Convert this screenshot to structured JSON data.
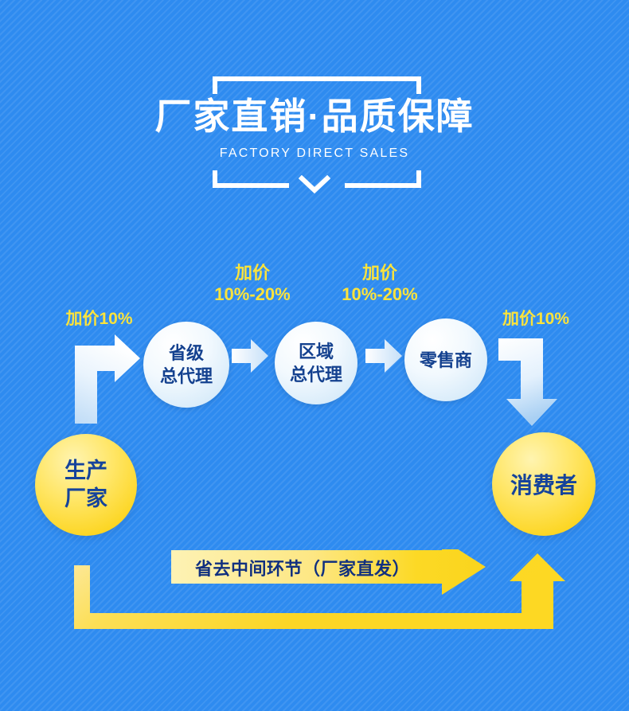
{
  "header": {
    "title": "厂家直销·品质保障",
    "subtitle": "FACTORY DIRECT SALES",
    "chevron_icon": "chevron-down-icon",
    "bracket_icon": "bracket-frame"
  },
  "chain": {
    "markups": [
      {
        "id": "markup-producer-to-provincial",
        "lines": [
          "加价10%"
        ],
        "text": "加价10%"
      },
      {
        "id": "markup-provincial-to-regional",
        "lines": [
          "加价",
          "10%-20%"
        ],
        "line1": "加价",
        "line2": "10%-20%"
      },
      {
        "id": "markup-regional-to-retailer",
        "lines": [
          "加价",
          "10%-20%"
        ],
        "line1": "加价",
        "line2": "10%-20%"
      },
      {
        "id": "markup-retailer-to-consumer",
        "lines": [
          "加价10%"
        ],
        "text": "加价10%"
      }
    ],
    "nodes": [
      {
        "id": "provincial-agent",
        "line1": "省级",
        "line2": "总代理"
      },
      {
        "id": "regional-agent",
        "line1": "区域",
        "line2": "总代理"
      },
      {
        "id": "retailer",
        "line1": "零售商",
        "line2": ""
      }
    ],
    "arrows": [
      {
        "id": "arrow-producer-up-right",
        "icon": "elbow-arrow-up-right-icon"
      },
      {
        "id": "arrow-provincial-to-regional",
        "icon": "arrow-right-icon"
      },
      {
        "id": "arrow-regional-to-retailer",
        "icon": "arrow-right-icon"
      },
      {
        "id": "arrow-retailer-down",
        "icon": "elbow-arrow-right-down-icon"
      }
    ]
  },
  "endpoints": {
    "producer": {
      "line1": "生产",
      "line2": "厂家"
    },
    "consumer": {
      "label": "消费者"
    }
  },
  "direct_path": {
    "banner_text": "省去中间环节（厂家直发）",
    "banner_icon": "arrow-right-banner-icon",
    "return_icon": "u-path-arrow-up-icon"
  },
  "colors": {
    "background_blue": "#2e8bf0",
    "accent_yellow": "#fbe33c",
    "banner_yellow": "#fad526",
    "banner_yellow_light": "#fdf0a8",
    "navy_text": "#14418f",
    "white": "#ffffff"
  }
}
